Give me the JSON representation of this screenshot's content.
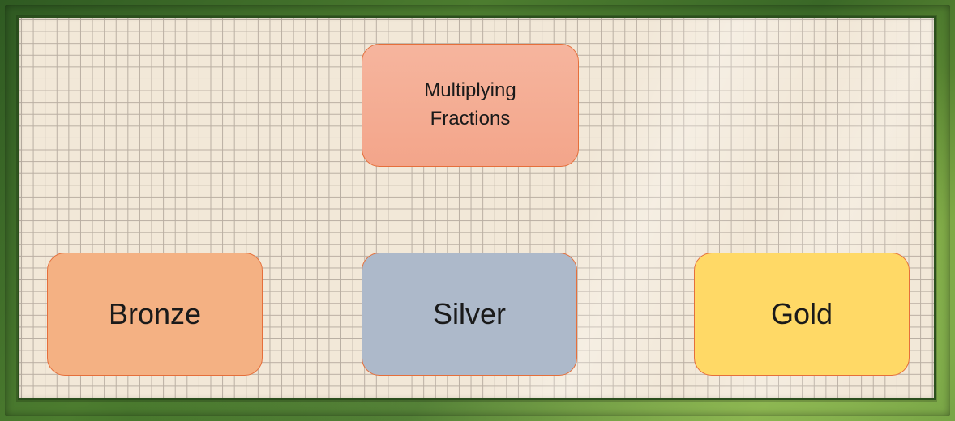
{
  "title": {
    "text": "Multiplying\nFractions"
  },
  "levels": [
    {
      "label": "Bronze",
      "color": "#f4b183"
    },
    {
      "label": "Silver",
      "color": "#adb9ca"
    },
    {
      "label": "Gold",
      "color": "#ffd966"
    }
  ],
  "colors": {
    "frame": "#3f6b2a",
    "paper": "#f2e8d8",
    "title_tile": "#f4aa8f",
    "tile_border": "#e56f3b"
  }
}
